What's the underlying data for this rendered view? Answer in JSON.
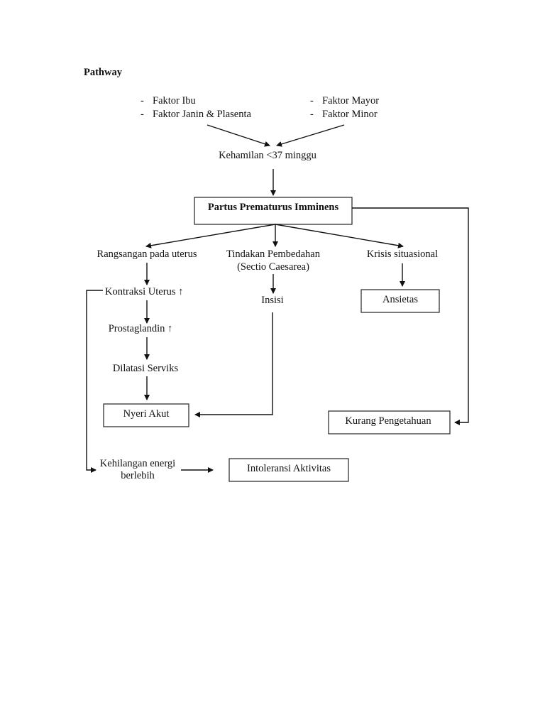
{
  "title": "Pathway",
  "factors_left": [
    "Faktor Ibu",
    "Faktor Janin & Plasenta"
  ],
  "factors_right": [
    "Faktor Mayor",
    "Faktor Minor"
  ],
  "bullet": "-",
  "nodes": {
    "kehamilan": "Kehamilan <37 minggu",
    "partus": "Partus Prematurus Imminens",
    "rangsangan": "Rangsangan pada uterus",
    "tindakan_1": "Tindakan Pembedahan",
    "tindakan_2": "(Sectio Caesarea)",
    "krisis": "Krisis situasional",
    "kontraksi": "Kontraksi Uterus ↑",
    "prostaglandin": "Prostaglandin ↑",
    "dilatasi": "Dilatasi Serviks",
    "insisi": "Insisi",
    "ansietas": "Ansietas",
    "nyeri": "Nyeri Akut",
    "kurang": "Kurang Pengetahuan",
    "kehilangan_1": "Kehilangan energi",
    "kehilangan_2": "berlebih",
    "intoleransi": "Intoleransi Aktivitas"
  }
}
